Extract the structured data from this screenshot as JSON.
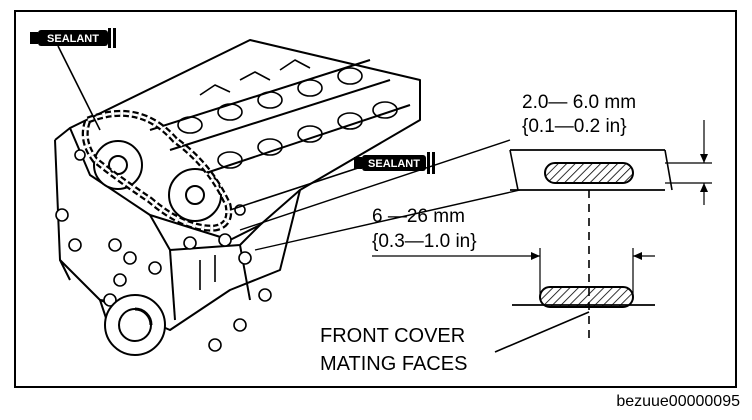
{
  "sealant_top": "SEALANT",
  "sealant_mid": "SEALANT",
  "dim_upper_mm": "2.0— 6.0 mm",
  "dim_upper_in": "{0.1—0.2 in}",
  "dim_lower_mm": "6 —26 mm",
  "dim_lower_in": "{0.3—1.0 in}",
  "callout_line1": "FRONT COVER",
  "callout_line2": "MATING FACES",
  "figure_code": "bezuue00000095"
}
